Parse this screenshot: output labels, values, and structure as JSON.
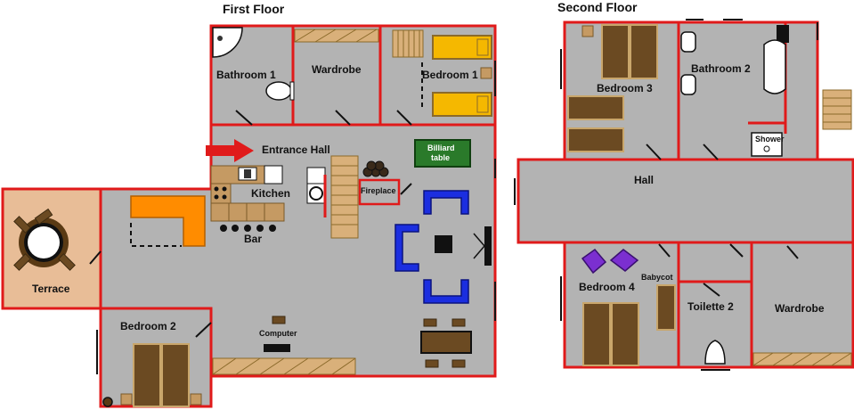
{
  "floors": {
    "first": "First Floor",
    "second": "Second Floor"
  },
  "rooms": {
    "bathroom1": "Bathroom 1",
    "wardrobe1": "Wardrobe",
    "bedroom1": "Bedroom 1",
    "entrance_hall": "Entrance Hall",
    "billiard": "Billiard table",
    "kitchen": "Kitchen",
    "fireplace": "Fireplace",
    "bar": "Bar",
    "terrace": "Terrace",
    "bedroom2": "Bedroom 2",
    "computer": "Computer",
    "bedroom3": "Bedroom 3",
    "bathroom2": "Bathroom 2",
    "shower": "Shower",
    "hall": "Hall",
    "bedroom4": "Bedroom 4",
    "babycot": "Babycot",
    "toilette2": "Toilette 2",
    "wardrobe2": "Wardrobe"
  },
  "colors": {
    "wall": "#e01a1a",
    "floor": "#b3b3b3",
    "terrace": "#e8bd97",
    "arrow": "#e01a1a"
  },
  "icons": [
    "entrance-arrow-icon",
    "toilet-icon",
    "sink-icon",
    "bathtub-icon",
    "shower-icon",
    "bed-icon",
    "sofa-icon",
    "armchair-icon",
    "table-icon",
    "stairs-icon",
    "plant-icon"
  ]
}
